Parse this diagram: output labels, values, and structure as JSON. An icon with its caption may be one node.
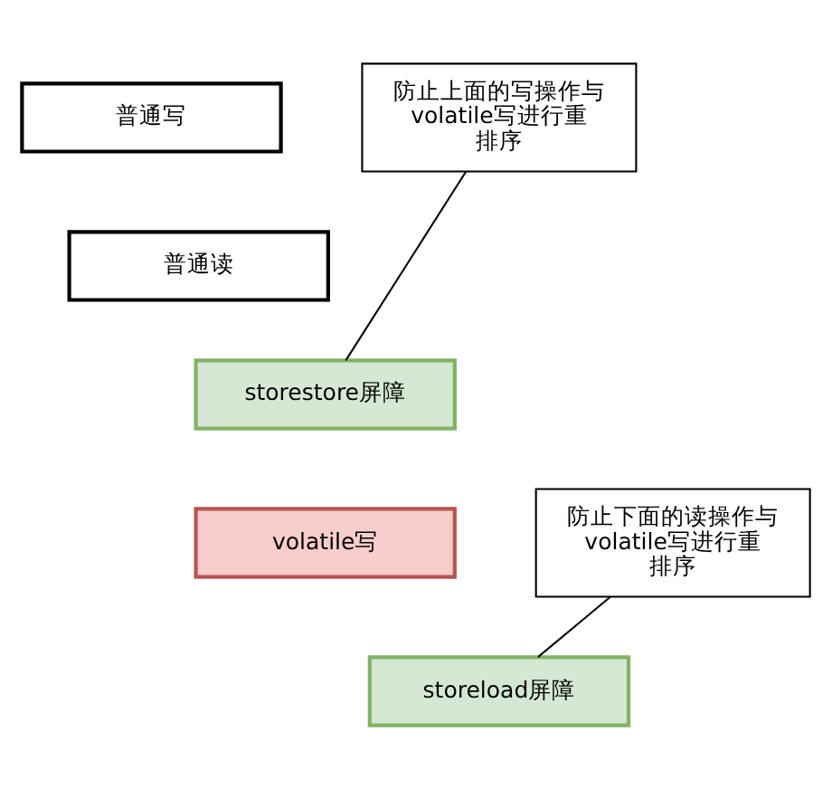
{
  "diagram": {
    "nodes": [
      {
        "text": [
          "普通写"
        ]
      },
      {
        "text": [
          "普通读"
        ]
      },
      {
        "text": [
          "storestore屏障"
        ]
      },
      {
        "text": [
          "volatile写"
        ]
      },
      {
        "text": [
          "storeload屏障"
        ]
      },
      {
        "text": [
          "防止上面的写操作与volatile写进行重排序"
        ]
      },
      {
        "text": [
          "防止下面的读操作与volatile写进行重排序"
        ]
      }
    ],
    "edges": [
      {
        "from": 5,
        "to": 2,
        "arrow": "none"
      },
      {
        "from": 6,
        "to": 4,
        "arrow": "none"
      }
    ]
  }
}
